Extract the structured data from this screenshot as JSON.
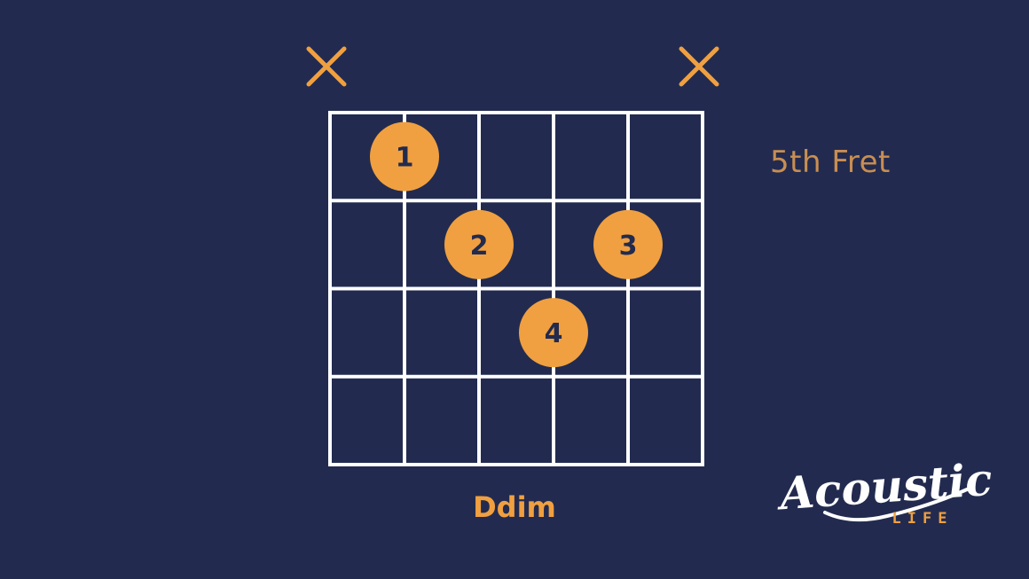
{
  "chord": {
    "name": "Ddim",
    "fret_label": "5th Fret",
    "strings": 6,
    "frets_shown": 4,
    "muted_strings": [
      1,
      6
    ],
    "fingers": [
      {
        "finger": "1",
        "string": 2,
        "fret": 1
      },
      {
        "finger": "2",
        "string": 3,
        "fret": 2
      },
      {
        "finger": "3",
        "string": 5,
        "fret": 2
      },
      {
        "finger": "4",
        "string": 4,
        "fret": 3
      }
    ]
  },
  "branding": {
    "logo_script": "Acoustic",
    "logo_sub": "LIFE"
  },
  "colors": {
    "background": "#222b4f",
    "grid": "#ffffff",
    "accent": "#f0a040",
    "fret_label": "#c98e52",
    "dot_text": "#222b4f"
  }
}
